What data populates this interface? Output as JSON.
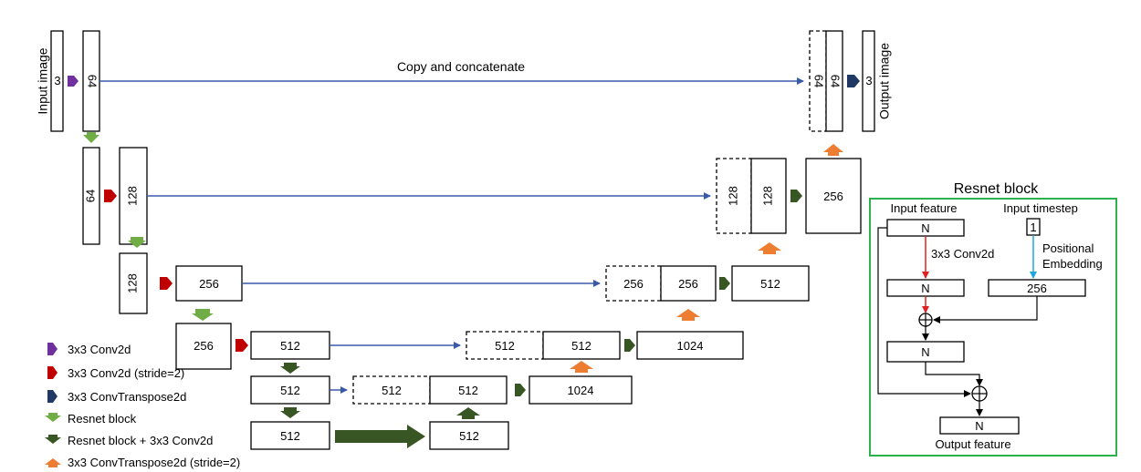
{
  "diagram": {
    "input_label": "Input image",
    "output_label": "Output image",
    "copy_label": "Copy and concatenate",
    "ch_3": "3",
    "ch_64": "64",
    "ch_128": "128",
    "ch_256": "256",
    "ch_512": "512",
    "ch_1024": "1024"
  },
  "legend": {
    "items": [
      {
        "label": "3x3 Conv2d",
        "color": "#7030a0"
      },
      {
        "label": "3x3 Conv2d (stride=2)",
        "color": "#c00000"
      },
      {
        "label": "3x3 ConvTranspose2d",
        "color": "#1f3864"
      },
      {
        "label": "Resnet block",
        "color": "#70ad47"
      },
      {
        "label": "Resnet block + 3x3 Conv2d",
        "color": "#375623"
      },
      {
        "label": "3x3 ConvTranspose2d (stride=2)",
        "color": "#ed7d31"
      }
    ]
  },
  "resnet": {
    "title": "Resnet block",
    "input_feature": "Input feature",
    "input_timestep": "Input timestep",
    "conv_label": "3x3 Conv2d",
    "pos_emb_line1": "Positional",
    "pos_emb_line2": "Embedding",
    "n": "N",
    "one": "1",
    "dim_256": "256",
    "output_feature": "Output feature",
    "border_color": "#2eb04a"
  }
}
